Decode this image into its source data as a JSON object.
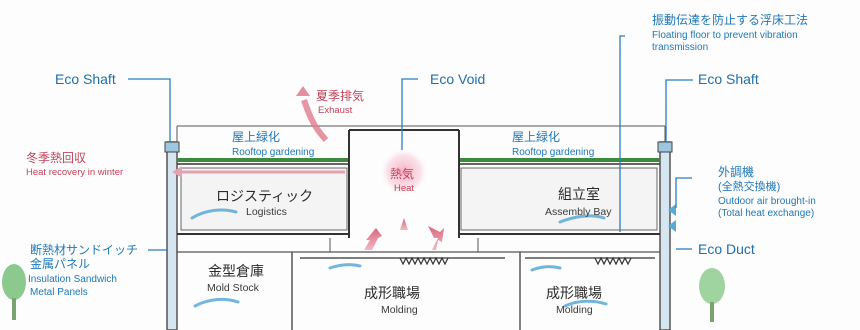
{
  "labels": {
    "eco_shaft_left": "Eco Shaft",
    "eco_shaft_right": "Eco Shaft",
    "eco_void": "Eco Void",
    "eco_duct": "Eco Duct",
    "floating_floor_jp": "振動伝達を防止する浮床工法",
    "floating_floor_en_1": "Floating floor to prevent vibration",
    "floating_floor_en_2": "transmission",
    "summer_exhaust_jp": "夏季排気",
    "summer_exhaust_en": "Exhaust",
    "rooftop_left_jp": "屋上緑化",
    "rooftop_left_en": "Rooftop gardening",
    "rooftop_right_jp": "屋上緑化",
    "rooftop_right_en": "Rooftop gardening",
    "winter_recovery_jp": "冬季熱回収",
    "winter_recovery_en": "Heat recovery in winter",
    "heat_jp": "熱気",
    "heat_en": "Heat",
    "logistics_jp": "ロジスティック",
    "logistics_en": "Logistics",
    "assembly_jp": "組立室",
    "assembly_en": "Assembly Bay",
    "outdoor_air_jp_1": "外調機",
    "outdoor_air_jp_2": "(全熱交換機)",
    "outdoor_air_en_1": "Outdoor air brought-in",
    "outdoor_air_en_2": "(Total heat exchange)",
    "insulation_jp_1": "断熱材サンドイッチ",
    "insulation_jp_2": "金属パネル",
    "insulation_en_1": "Insulation Sandwich",
    "insulation_en_2": "Metal Panels",
    "mold_stock_jp": "金型倉庫",
    "mold_stock_en": "Mold Stock",
    "molding_left_jp": "成形職場",
    "molding_left_en": "Molding",
    "molding_right_jp": "成形職場",
    "molding_right_en": "Molding"
  },
  "colors": {
    "eco_label": "#1f6fa8",
    "leader_line": "#2a7fbf",
    "heat_arrow": "#e07a8c",
    "cool_arrow": "#5aa9d6",
    "roof_green": "#3c8a3c",
    "structure": "#444444",
    "shaft_fill": "#cfe3ef"
  },
  "icons": [
    "tree-icon-left",
    "tree-icon-right",
    "heat-glow-icon"
  ]
}
